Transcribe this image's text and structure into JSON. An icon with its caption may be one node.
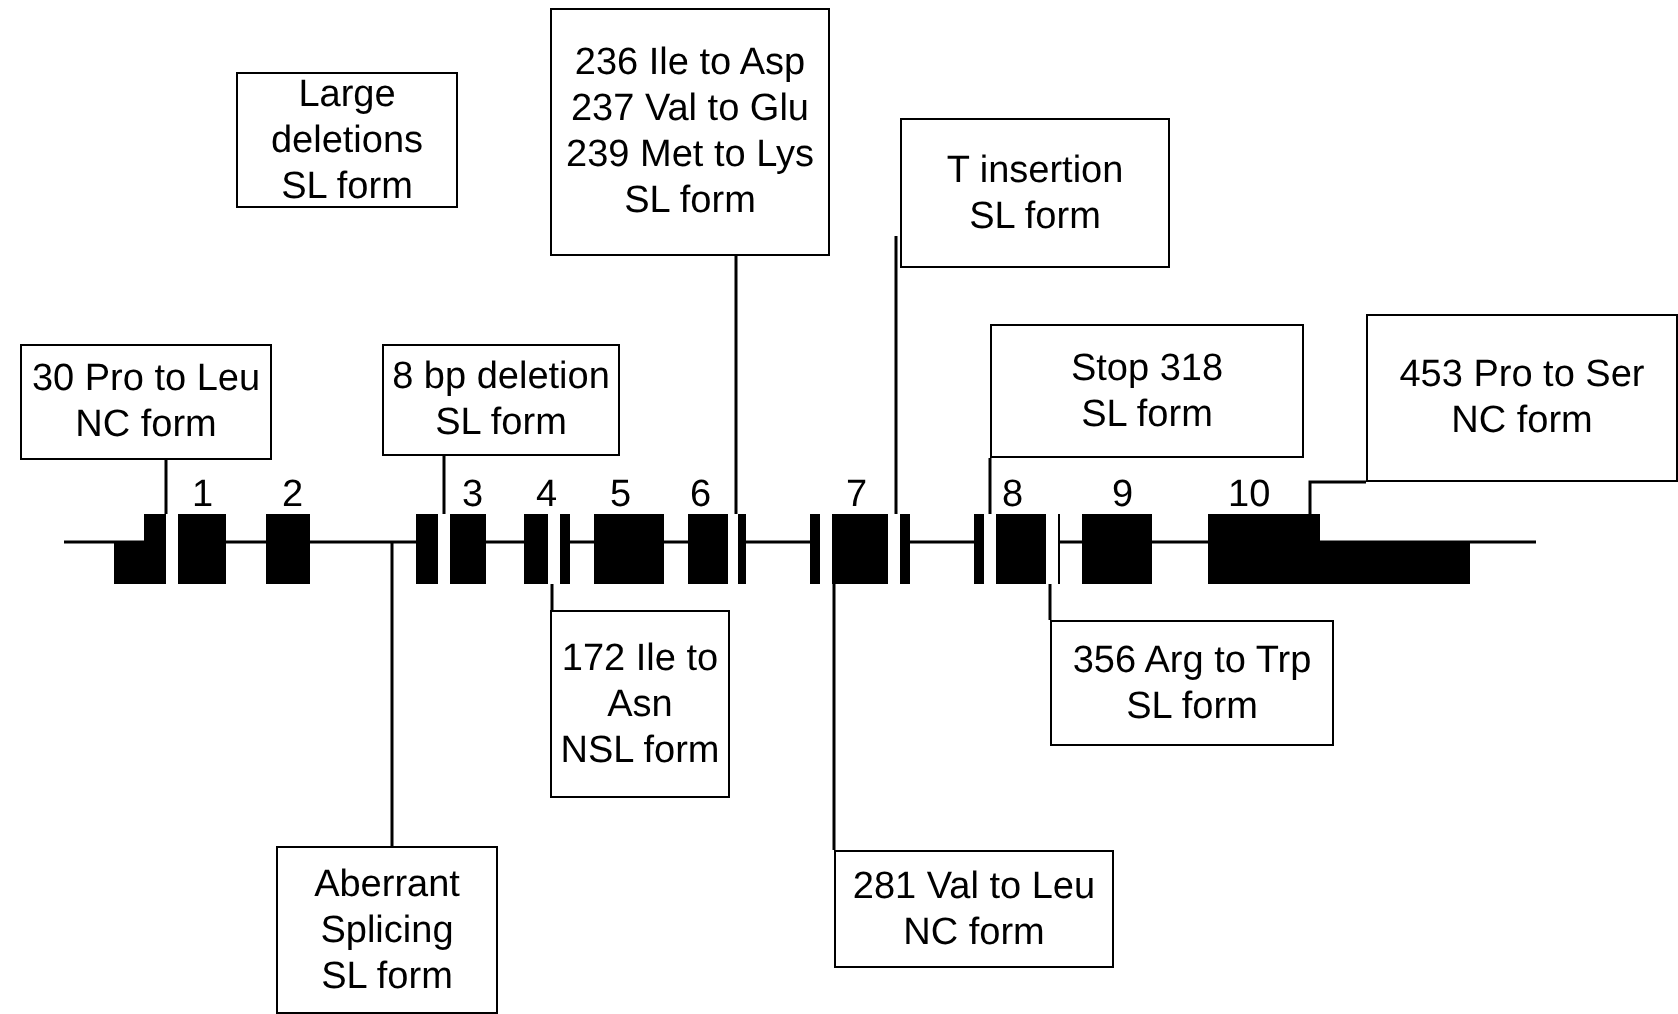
{
  "diagram": {
    "nodes": [
      {
        "text": [
          "Large deletions",
          "SL form"
        ]
      },
      {
        "text": [
          "236 Ile to Asp",
          "237 Val to Glu",
          "239 Met to Lys",
          "SL form"
        ]
      },
      {
        "text": [
          "T insertion",
          "SL form"
        ]
      },
      {
        "text": [
          "30 Pro to Leu",
          "NC form"
        ]
      },
      {
        "text": [
          "8 bp deletion",
          "SL form"
        ]
      },
      {
        "text": [
          "Stop 318",
          "SL form"
        ]
      },
      {
        "text": [
          "453 Pro to Ser NC form"
        ]
      },
      {
        "text": [
          "1"
        ]
      },
      {
        "text": [
          "2"
        ]
      },
      {
        "text": [
          "3"
        ]
      },
      {
        "text": [
          "4"
        ]
      },
      {
        "text": [
          "5"
        ]
      },
      {
        "text": [
          "6"
        ]
      },
      {
        "text": [
          "7"
        ]
      },
      {
        "text": [
          "8"
        ]
      },
      {
        "text": [
          "9"
        ]
      },
      {
        "text": [
          "10"
        ]
      },
      {
        "text": [
          "172 Ile to Asn",
          "NSL form"
        ]
      },
      {
        "text": [
          "356 Arg to Trp",
          "SL form"
        ]
      },
      {
        "text": [
          "281 Val to Leu",
          "NC form"
        ]
      },
      {
        "text": [
          "Aberrant Splicing",
          "SL form"
        ]
      },
      {
        "text": [],
        "shape": "line"
      }
    ],
    "edges": [
      {
        "from": 3,
        "to": 7,
        "arrow": "none"
      },
      {
        "from": 4,
        "to": 9,
        "arrow": "none"
      },
      {
        "from": 1,
        "to": 12,
        "arrow": "none"
      },
      {
        "from": 2,
        "to": 13,
        "arrow": "none"
      },
      {
        "from": 5,
        "to": 14,
        "arrow": "none"
      },
      {
        "from": 6,
        "to": 16,
        "arrow": "none"
      },
      {
        "from": 17,
        "to": 10,
        "arrow": "none"
      },
      {
        "from": 19,
        "to": 13,
        "arrow": "none"
      },
      {
        "from": 18,
        "to": 14,
        "arrow": "none"
      },
      {
        "from": 20,
        "to": 21,
        "arrow": "none"
      }
    ]
  }
}
